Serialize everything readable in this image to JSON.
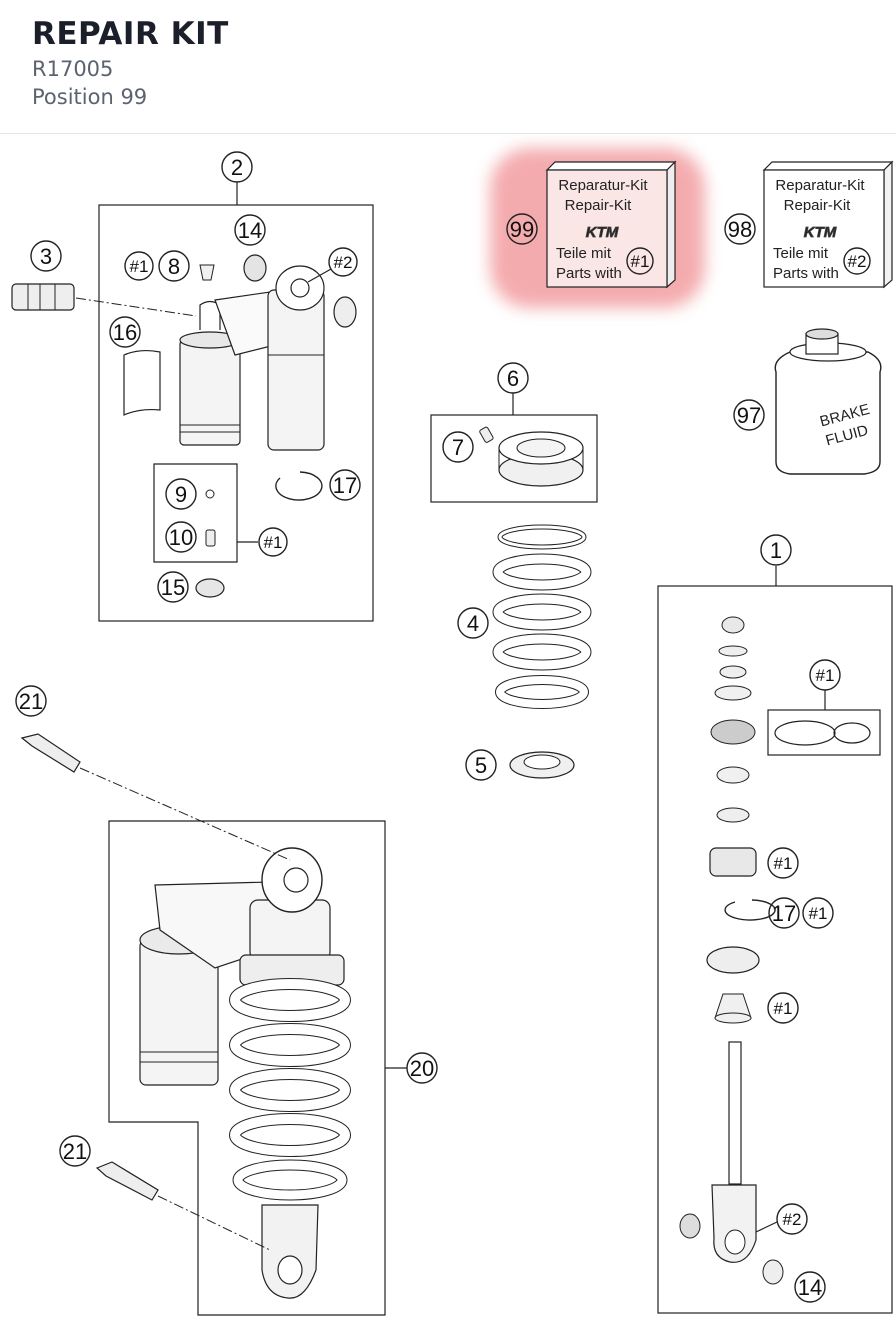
{
  "header": {
    "title": "REPAIR KIT",
    "part_number": "R17005",
    "position": "Position 99"
  },
  "kits": [
    {
      "id": "99",
      "line1": "Reparatur-Kit",
      "line2": "Repair-Kit",
      "logo": "KTM",
      "line3": "Teile mit",
      "line4": "Parts with",
      "badge": "#1",
      "highlighted": true
    },
    {
      "id": "98",
      "line1": "Reparatur-Kit",
      "line2": "Repair-Kit",
      "logo": "KTM",
      "line3": "Teile mit",
      "line4": "Parts with",
      "badge": "#2",
      "highlighted": false
    }
  ],
  "brake_fluid": {
    "id": "97",
    "label_line1": "BRAKE",
    "label_line2": "FLUID"
  },
  "callouts": {
    "c1": "1",
    "c2": "2",
    "c3": "3",
    "c4": "4",
    "c5": "5",
    "c6": "6",
    "c7": "7",
    "c8": "8",
    "c9": "9",
    "c10": "10",
    "c14a": "14",
    "c14b": "14",
    "c15": "15",
    "c16": "16",
    "c17a": "17",
    "c17b": "17",
    "c20": "20",
    "c21a": "21",
    "c21b": "21",
    "h1a": "#1",
    "h1b": "#1",
    "h1c": "#1",
    "h1d": "#1",
    "h1e": "#1",
    "h1f": "#1",
    "h2a": "#2",
    "h2b": "#2"
  },
  "colors": {
    "highlight": "#f3a3a6",
    "line": "#222222"
  }
}
